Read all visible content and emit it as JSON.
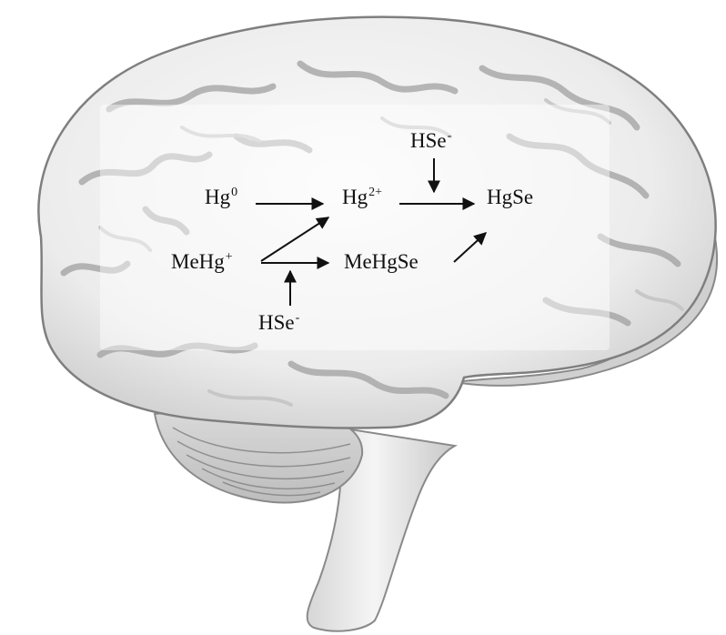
{
  "diagram": {
    "species": {
      "hg0": {
        "base": "Hg",
        "sup": "0"
      },
      "hg2": {
        "base": "Hg",
        "sup": "2+"
      },
      "hgse": {
        "base": "HgSe",
        "sup": ""
      },
      "hse_top": {
        "base": "HSe",
        "sup": "-"
      },
      "mehg": {
        "base": "MeHg",
        "sup": "+"
      },
      "mehgse": {
        "base": "MeHgSe",
        "sup": ""
      },
      "hse_bottom": {
        "base": "HSe",
        "sup": "-"
      }
    },
    "reactions": [
      {
        "from": "Hg0",
        "to": "Hg2+"
      },
      {
        "from": "Hg2+",
        "to": "HgSe",
        "reagent": "HSe-"
      },
      {
        "from": "MeHg+",
        "to": "Hg2+"
      },
      {
        "from": "MeHg+",
        "to": "MeHgSe",
        "reagent": "HSe-"
      },
      {
        "from": "MeHgSe",
        "to": "HgSe"
      }
    ],
    "colors": {
      "text": "#111111",
      "arrow": "#111111",
      "brain_fill": "#f4f4f4",
      "brain_outline": "#8a8a8a",
      "gyri_shadow": "#9a9a9a"
    },
    "background_image": "brain-sagittal-illustration"
  }
}
